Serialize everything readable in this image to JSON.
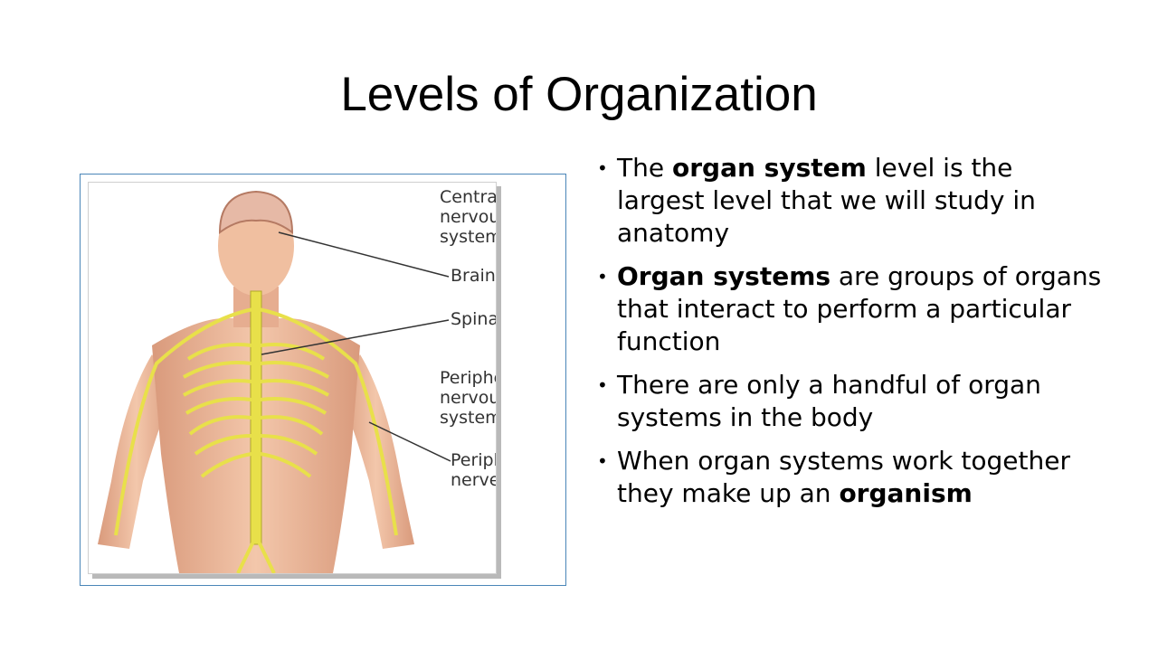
{
  "slide": {
    "title": "Levels of Organization"
  },
  "figure": {
    "labels": {
      "cns": "Central\nnervous\nsystem",
      "brain": "Brain",
      "spinal_cord": "Spinal cord",
      "pns": "Peripheral\nnervous\nsystem",
      "peripheral_nerve": "Peripheral\nnerve"
    }
  },
  "bullets": [
    {
      "pre": "The ",
      "bold": "organ system",
      "post": " level is the largest level that we will study in anatomy"
    },
    {
      "pre": "",
      "bold": "Organ systems",
      "post": " are groups of organs that interact to perform a particular function"
    },
    {
      "pre": "There are only a handful of organ systems in the body",
      "bold": "",
      "post": ""
    },
    {
      "pre": "When organ systems work together they make up an ",
      "bold": "organism",
      "post": ""
    }
  ],
  "colors": {
    "nerve": "#e8e04a",
    "skin": "#f0bfa0",
    "frame": "#4a86b8"
  }
}
